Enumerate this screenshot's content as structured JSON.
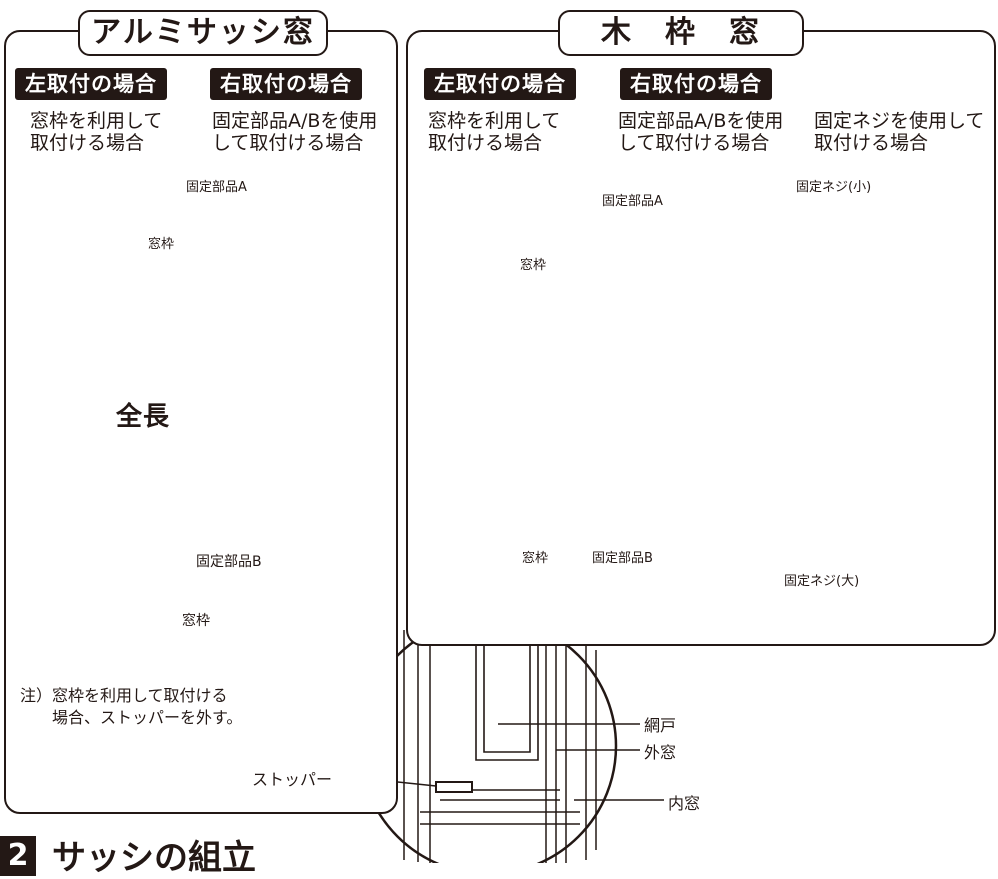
{
  "aluminum": {
    "title": "アルミサッシ窓",
    "left_tag": "左取付の場合",
    "right_tag": "右取付の場合",
    "left_desc": "窓枠を利用して\n取付ける場合",
    "right_desc": "固定部品A/Bを使用\nして取付ける場合",
    "label_frame_top": "窓枠",
    "label_frame_bottom": "窓枠",
    "label_part_a": "固定部品A",
    "label_part_b": "固定部品B",
    "label_total_length": "全長",
    "note": "注）窓枠を利用して取付ける\n　　場合、ストッパーを外す。"
  },
  "wood": {
    "title": "木　枠　窓",
    "left_tag": "左取付の場合",
    "right_tag": "右取付の場合",
    "left_desc": "窓枠を利用して\n取付ける場合",
    "mid_desc": "固定部品A/Bを使用\nして取付ける場合",
    "right_desc": "固定ネジを使用して\n取付ける場合",
    "label_frame_top": "窓枠",
    "label_frame_bottom": "窓枠",
    "label_part_a": "固定部品A",
    "label_part_b": "固定部品B",
    "label_screw_small": "固定ネジ(小)",
    "label_screw_large": "固定ネジ(大)"
  },
  "detail": {
    "label_screen": "網戸",
    "label_outer": "外窓",
    "label_inner": "内窓",
    "label_stopper": "ストッパー"
  },
  "section": {
    "number": "2",
    "title": "サッシの組立"
  }
}
